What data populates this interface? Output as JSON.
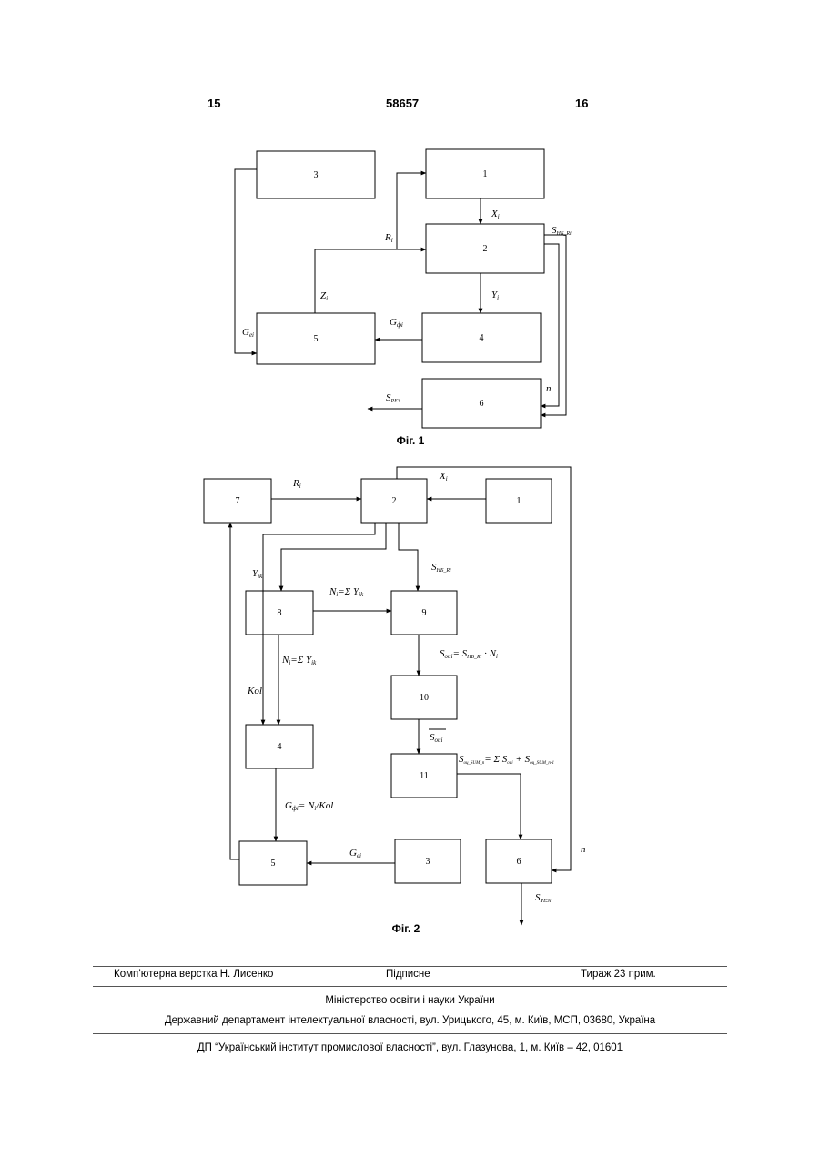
{
  "header": {
    "left_page": "15",
    "patent_number": "58657",
    "right_page": "16"
  },
  "fig1": {
    "caption": "Фіг. 1",
    "blocks": [
      "1",
      "2",
      "3",
      "4",
      "5",
      "6"
    ],
    "labels": {
      "x": "X",
      "r": "R",
      "y": "Y",
      "z": "Z",
      "g_f": "G",
      "g_e": "G",
      "s_nb": "S",
      "n": "n",
      "s_rez": "S"
    }
  },
  "fig2": {
    "caption": "Фіг. 2",
    "blocks": [
      "1",
      "2",
      "3",
      "4",
      "5",
      "6",
      "7",
      "8",
      "9",
      "10",
      "11"
    ],
    "labels": {
      "r": "R",
      "x": "X",
      "y": "Y",
      "s_nb": "S",
      "n_sum_top": "N",
      "n_sum_left": "N",
      "kol": "Kol",
      "s_oc": "S",
      "s_oc_bar": "S",
      "s_sum": "S",
      "g_phi": "G",
      "g_e": "G",
      "n": "n",
      "s_rez": "S"
    }
  },
  "footer": {
    "composer": "Комп’ютерна верстка Н. Лисенко",
    "signed": "Підписне",
    "circulation": "Тираж 23 прим.",
    "ministry": "Міністерство освіти і науки України",
    "department": "Державний департамент інтелектуальної власності, вул. Урицького, 45, м. Київ, МСП, 03680, Україна",
    "institute": "ДП “Український інститут промислової власності”, вул. Глазунова, 1, м. Київ – 42, 01601"
  }
}
